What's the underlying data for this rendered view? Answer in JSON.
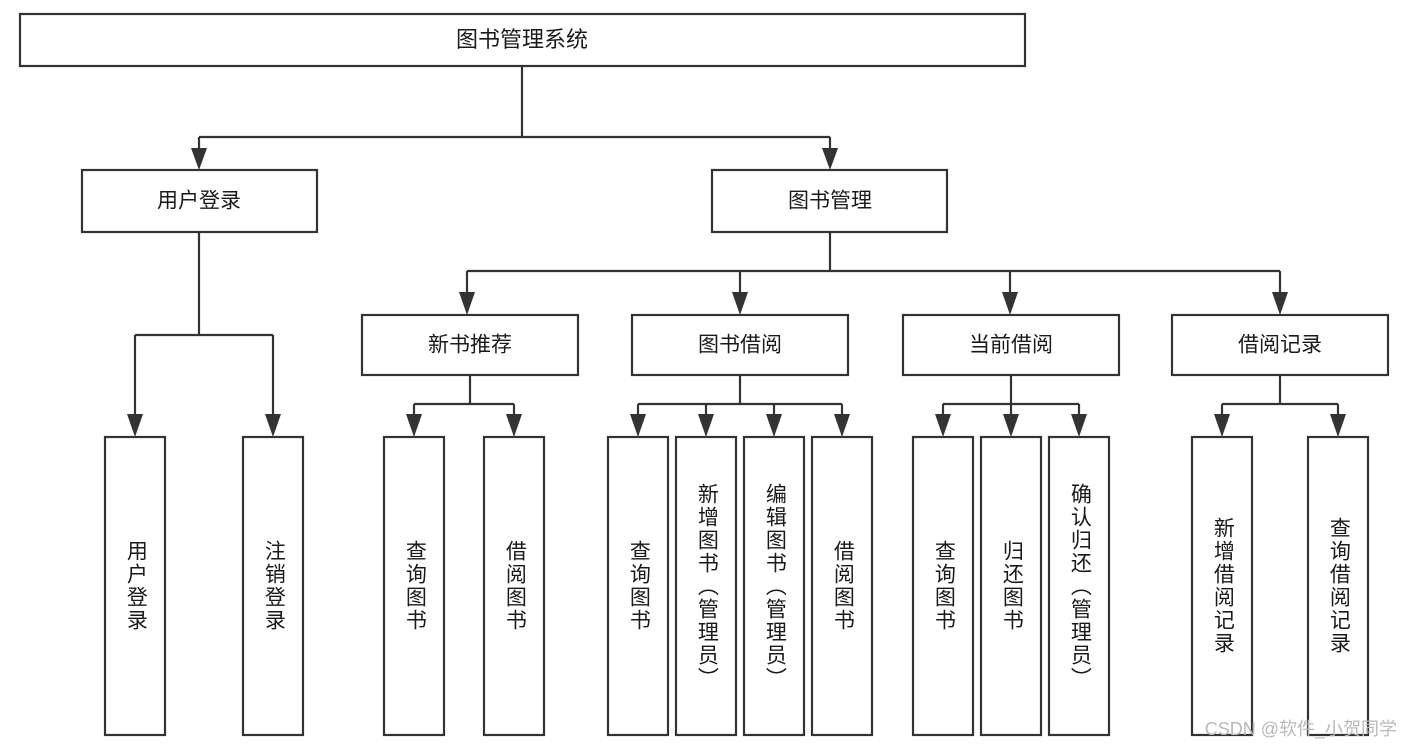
{
  "diagram": {
    "title": "图书管理系统",
    "type": "tree-hierarchy",
    "root": {
      "id": "root",
      "label": "图书管理系统"
    },
    "level2": [
      {
        "id": "user-login",
        "label": "用户登录"
      },
      {
        "id": "book-manage",
        "label": "图书管理"
      }
    ],
    "level3": [
      {
        "id": "new-book-rec",
        "label": "新书推荐",
        "parent": "book-manage"
      },
      {
        "id": "book-borrow",
        "label": "图书借阅",
        "parent": "book-manage"
      },
      {
        "id": "current-borrow",
        "label": "当前借阅",
        "parent": "book-manage"
      },
      {
        "id": "borrow-record",
        "label": "借阅记录",
        "parent": "book-manage"
      }
    ],
    "leaves": [
      {
        "id": "leaf-user-login",
        "label": "用户登录",
        "parent": "user-login"
      },
      {
        "id": "leaf-user-logout",
        "label": "注销登录",
        "parent": "user-login"
      },
      {
        "id": "leaf-rec-query",
        "label": "查询图书",
        "parent": "new-book-rec"
      },
      {
        "id": "leaf-rec-borrow",
        "label": "借阅图书",
        "parent": "new-book-rec"
      },
      {
        "id": "leaf-borrow-query",
        "label": "查询图书",
        "parent": "book-borrow"
      },
      {
        "id": "leaf-borrow-add",
        "label": "新增图书（管理员）",
        "parent": "book-borrow"
      },
      {
        "id": "leaf-borrow-edit",
        "label": "编辑图书（管理员）",
        "parent": "book-borrow"
      },
      {
        "id": "leaf-borrow-lend",
        "label": "借阅图书",
        "parent": "book-borrow"
      },
      {
        "id": "leaf-cur-query",
        "label": "查询图书",
        "parent": "current-borrow"
      },
      {
        "id": "leaf-cur-return",
        "label": "归还图书",
        "parent": "current-borrow"
      },
      {
        "id": "leaf-cur-confirm",
        "label": "确认归还（管理员）",
        "parent": "current-borrow"
      },
      {
        "id": "leaf-rec-add",
        "label": "新增借阅记录",
        "parent": "borrow-record"
      },
      {
        "id": "leaf-rec-search",
        "label": "查询借阅记录",
        "parent": "borrow-record"
      }
    ]
  },
  "watermark": {
    "text": "CSDN @软件_小贺同学"
  },
  "colors": {
    "stroke": "#333333",
    "fill": "#ffffff",
    "text": "#1a1a1a",
    "watermark": "#b9b9b9",
    "background": "#ffffff"
  }
}
